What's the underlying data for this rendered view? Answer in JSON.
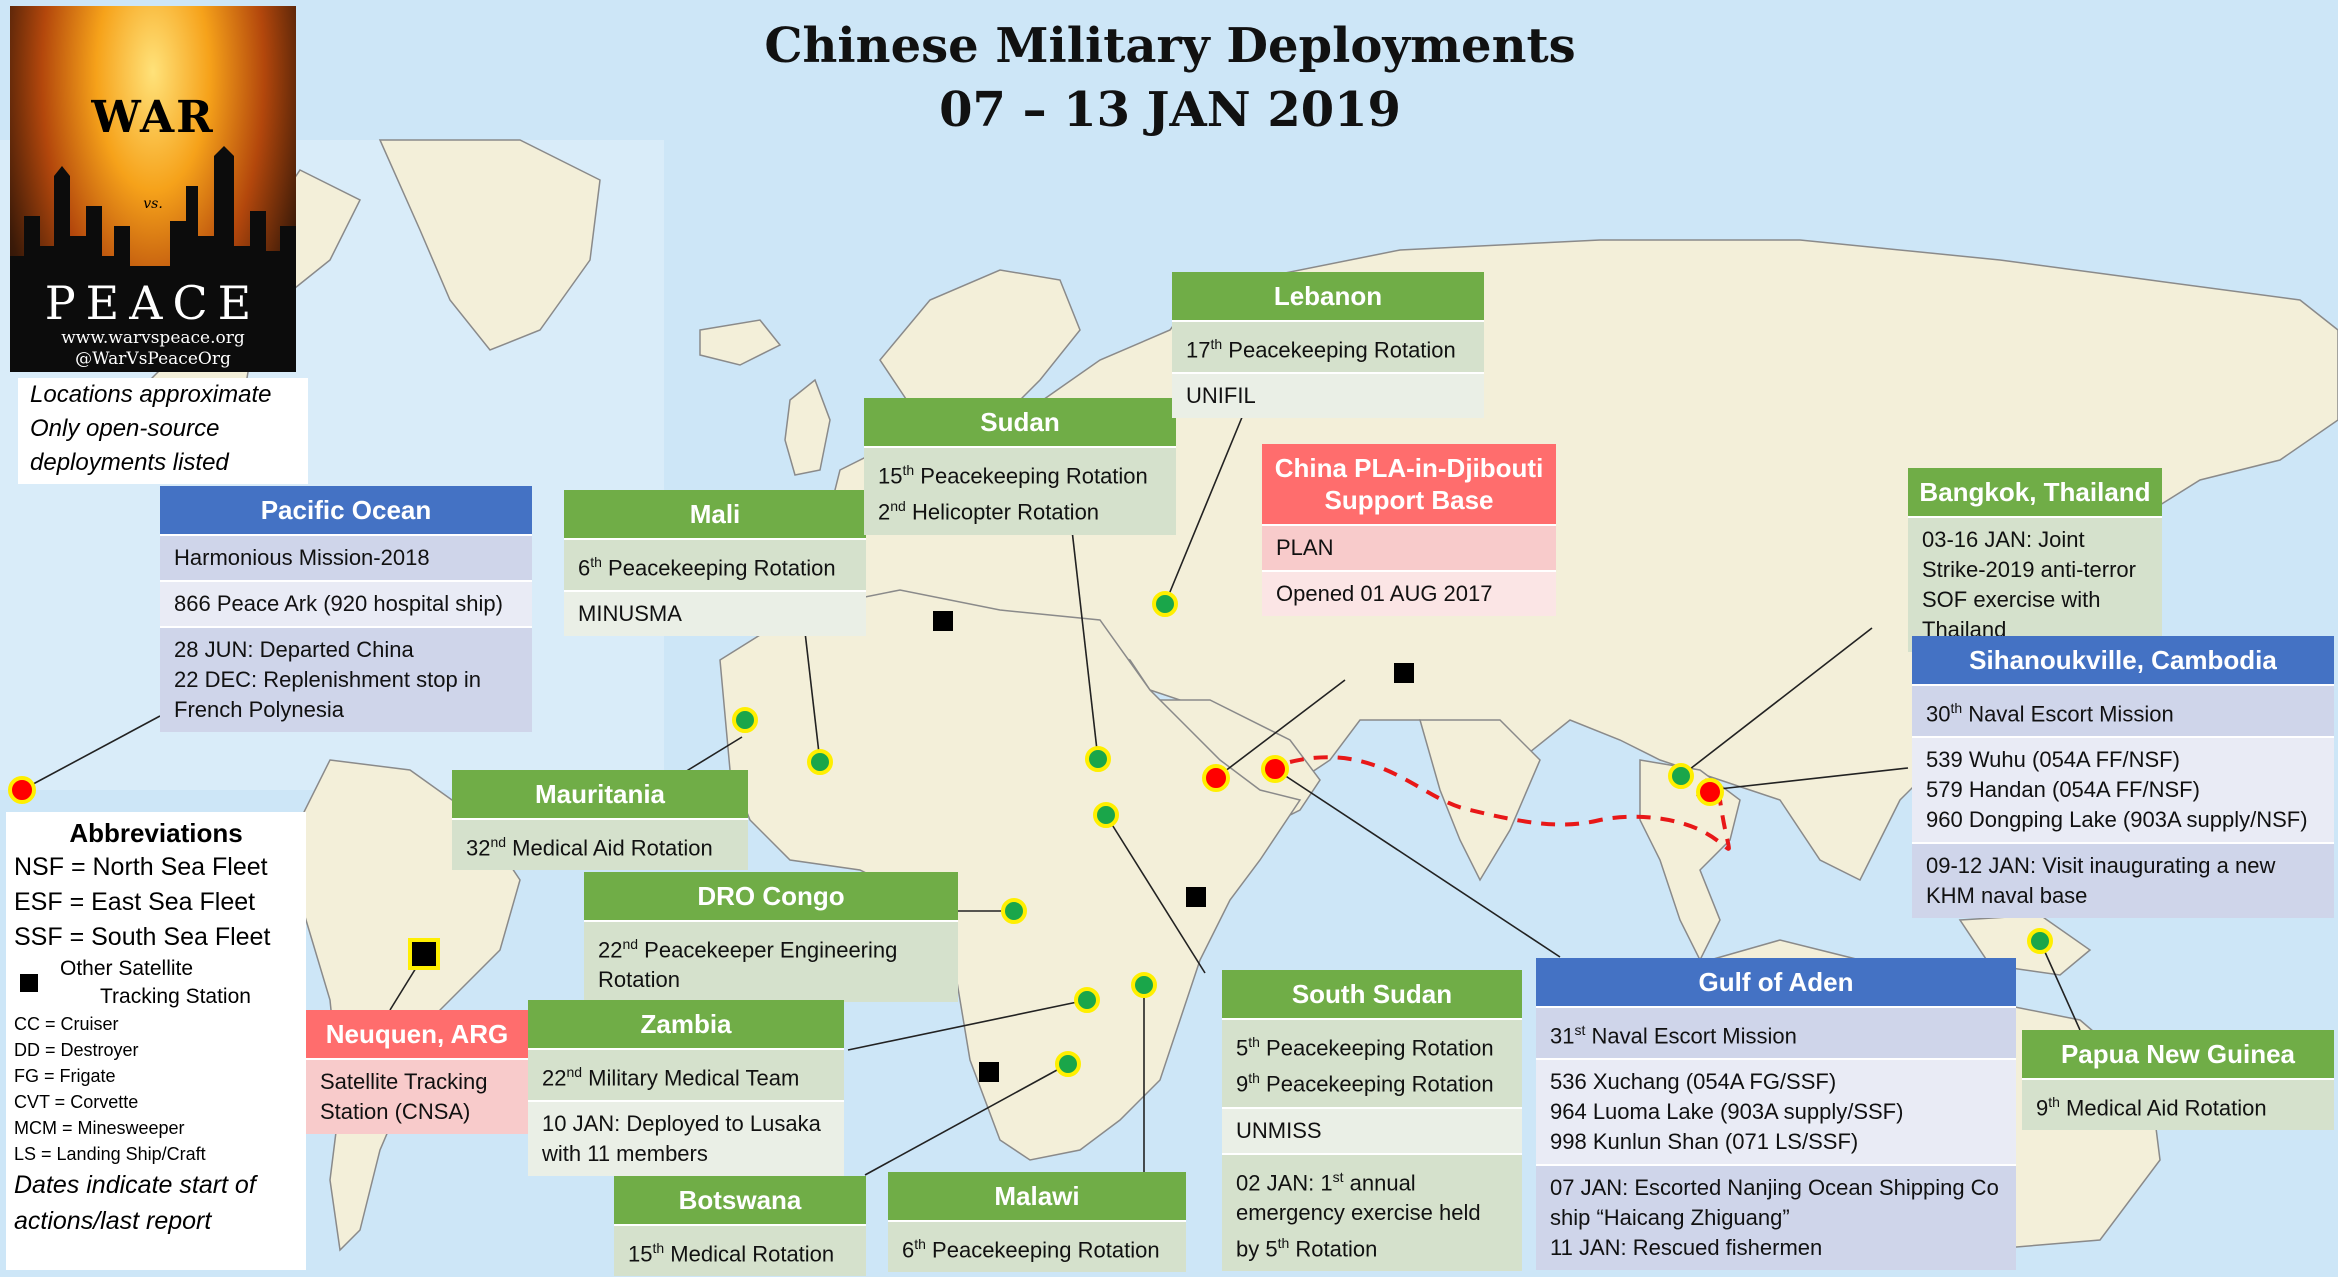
{
  "title": {
    "line1": "Chinese Military Deployments",
    "line2": "07 – 13 JAN 2019"
  },
  "logo": {
    "war": "WAR",
    "vs": "vs.",
    "peace": "PEACE",
    "url": "www.warvspeace.org",
    "handle": "@WarVsPeaceOrg"
  },
  "notes": [
    "Locations approximate",
    "Only open-source",
    "deployments listed"
  ],
  "abbreviations": {
    "title": "Abbreviations",
    "fleets": [
      "NSF = North Sea Fleet",
      "ESF = East Sea Fleet",
      "SSF = South Sea Fleet"
    ],
    "tracking_label": "Other Satellite Tracking Station",
    "ships": [
      "CC = Cruiser",
      "DD = Destroyer",
      "FG = Frigate",
      "CVT = Corvette",
      "MCM = Minesweeper",
      "LS = Landing Ship/Craft"
    ],
    "dates_note": "Dates indicate start of actions/last report"
  },
  "colors": {
    "ocean": "#cde6f7",
    "land": "#f3efd9",
    "green_header": "#70ad47",
    "blue_header": "#4472c4",
    "red_header": "#ff6d6d",
    "marker_green": "#1aa64a",
    "marker_yellow": "#ffef00",
    "marker_red": "#ff0000",
    "route": "#e81818"
  },
  "cards": [
    {
      "id": "pacific-ocean",
      "style": "blue",
      "title": "Pacific Ocean",
      "rows": [
        "Harmonious Mission-2018",
        "866 Peace Ark (920 hospital ship)",
        "28 JUN: Departed China\n22 DEC: Replenishment stop in French Polynesia"
      ]
    },
    {
      "id": "mali",
      "style": "green",
      "title": "Mali",
      "rows": [
        "6th Peacekeeping Rotation",
        "MINUSMA"
      ]
    },
    {
      "id": "sudan",
      "style": "green",
      "title": "Sudan",
      "rows": [
        "15th Peacekeeping Rotation\n2nd Helicopter Rotation"
      ]
    },
    {
      "id": "lebanon",
      "style": "green",
      "title": "Lebanon",
      "rows": [
        "17th Peacekeeping Rotation",
        "UNIFIL"
      ]
    },
    {
      "id": "djibouti",
      "style": "red",
      "title": "China PLA-in-Djibouti Support Base",
      "rows": [
        "PLAN",
        "Opened 01 AUG 2017"
      ]
    },
    {
      "id": "bangkok",
      "style": "green",
      "title": "Bangkok, Thailand",
      "rows": [
        "03-16 JAN: Joint Strike-2019 anti-terror SOF exercise with Thailand"
      ]
    },
    {
      "id": "sihanoukville",
      "style": "blue",
      "title": "Sihanoukville, Cambodia",
      "rows": [
        "30th Naval Escort Mission",
        "539 Wuhu (054A FF/NSF)\n579 Handan (054A FF/NSF)\n960 Dongping Lake (903A supply/NSF)",
        "09-12 JAN: Visit inaugurating a new KHM naval base"
      ]
    },
    {
      "id": "mauritania",
      "style": "green",
      "title": "Mauritania",
      "rows": [
        "32nd Medical Aid Rotation"
      ]
    },
    {
      "id": "dro-congo",
      "style": "green",
      "title": "DRO Congo",
      "rows": [
        "22nd Peacekeeper Engineering Rotation"
      ]
    },
    {
      "id": "neuquen",
      "style": "red",
      "title": "Neuquen, ARG",
      "rows": [
        "Satellite Tracking Station (CNSA)"
      ]
    },
    {
      "id": "zambia",
      "style": "green",
      "title": "Zambia",
      "rows": [
        "22nd Military Medical Team",
        "10 JAN: Deployed to Lusaka with 11 members"
      ]
    },
    {
      "id": "botswana",
      "style": "green",
      "title": "Botswana",
      "rows": [
        "15th Medical Rotation"
      ]
    },
    {
      "id": "malawi",
      "style": "green",
      "title": "Malawi",
      "rows": [
        "6th Peacekeeping Rotation"
      ]
    },
    {
      "id": "south-sudan",
      "style": "green",
      "title": "South Sudan",
      "rows": [
        "5th Peacekeeping Rotation\n9th Peacekeeping Rotation",
        "UNMISS",
        "02 JAN: 1st annual emergency exercise held by 5th Rotation"
      ]
    },
    {
      "id": "gulf-of-aden",
      "style": "blue",
      "title": "Gulf of Aden",
      "rows": [
        "31st Naval Escort Mission",
        "536 Xuchang (054A FG/SSF)\n964 Luoma Lake (903A supply/SSF)\n998 Kunlun Shan (071 LS/SSF)",
        "07 JAN: Escorted Nanjing Ocean Shipping Co ship “Haicang Zhiguang”\n11 JAN: Rescued fishermen"
      ]
    },
    {
      "id": "papua-new-guinea",
      "style": "green",
      "title": "Papua New Guinea",
      "rows": [
        "9th Medical Aid Rotation"
      ]
    }
  ]
}
